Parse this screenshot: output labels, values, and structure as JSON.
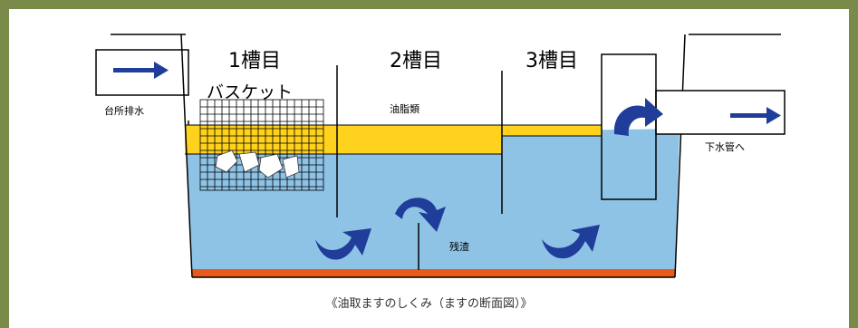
{
  "diagram": {
    "tank_labels": [
      "1槽目",
      "2槽目",
      "3槽目"
    ],
    "basket_label": "バスケット",
    "inlet_label": "台所排水",
    "outlet_label": "下水管へ",
    "grease_label": "油脂類",
    "residue_label": "残渣",
    "caption": "《油取ますのしくみ（ますの断面図）》"
  },
  "colors": {
    "frame_bg": "#7a8a4a",
    "water": "#8ec3e6",
    "grease": "#ffd21e",
    "residue": "#e85a1a",
    "arrow": "#1f3d99"
  }
}
